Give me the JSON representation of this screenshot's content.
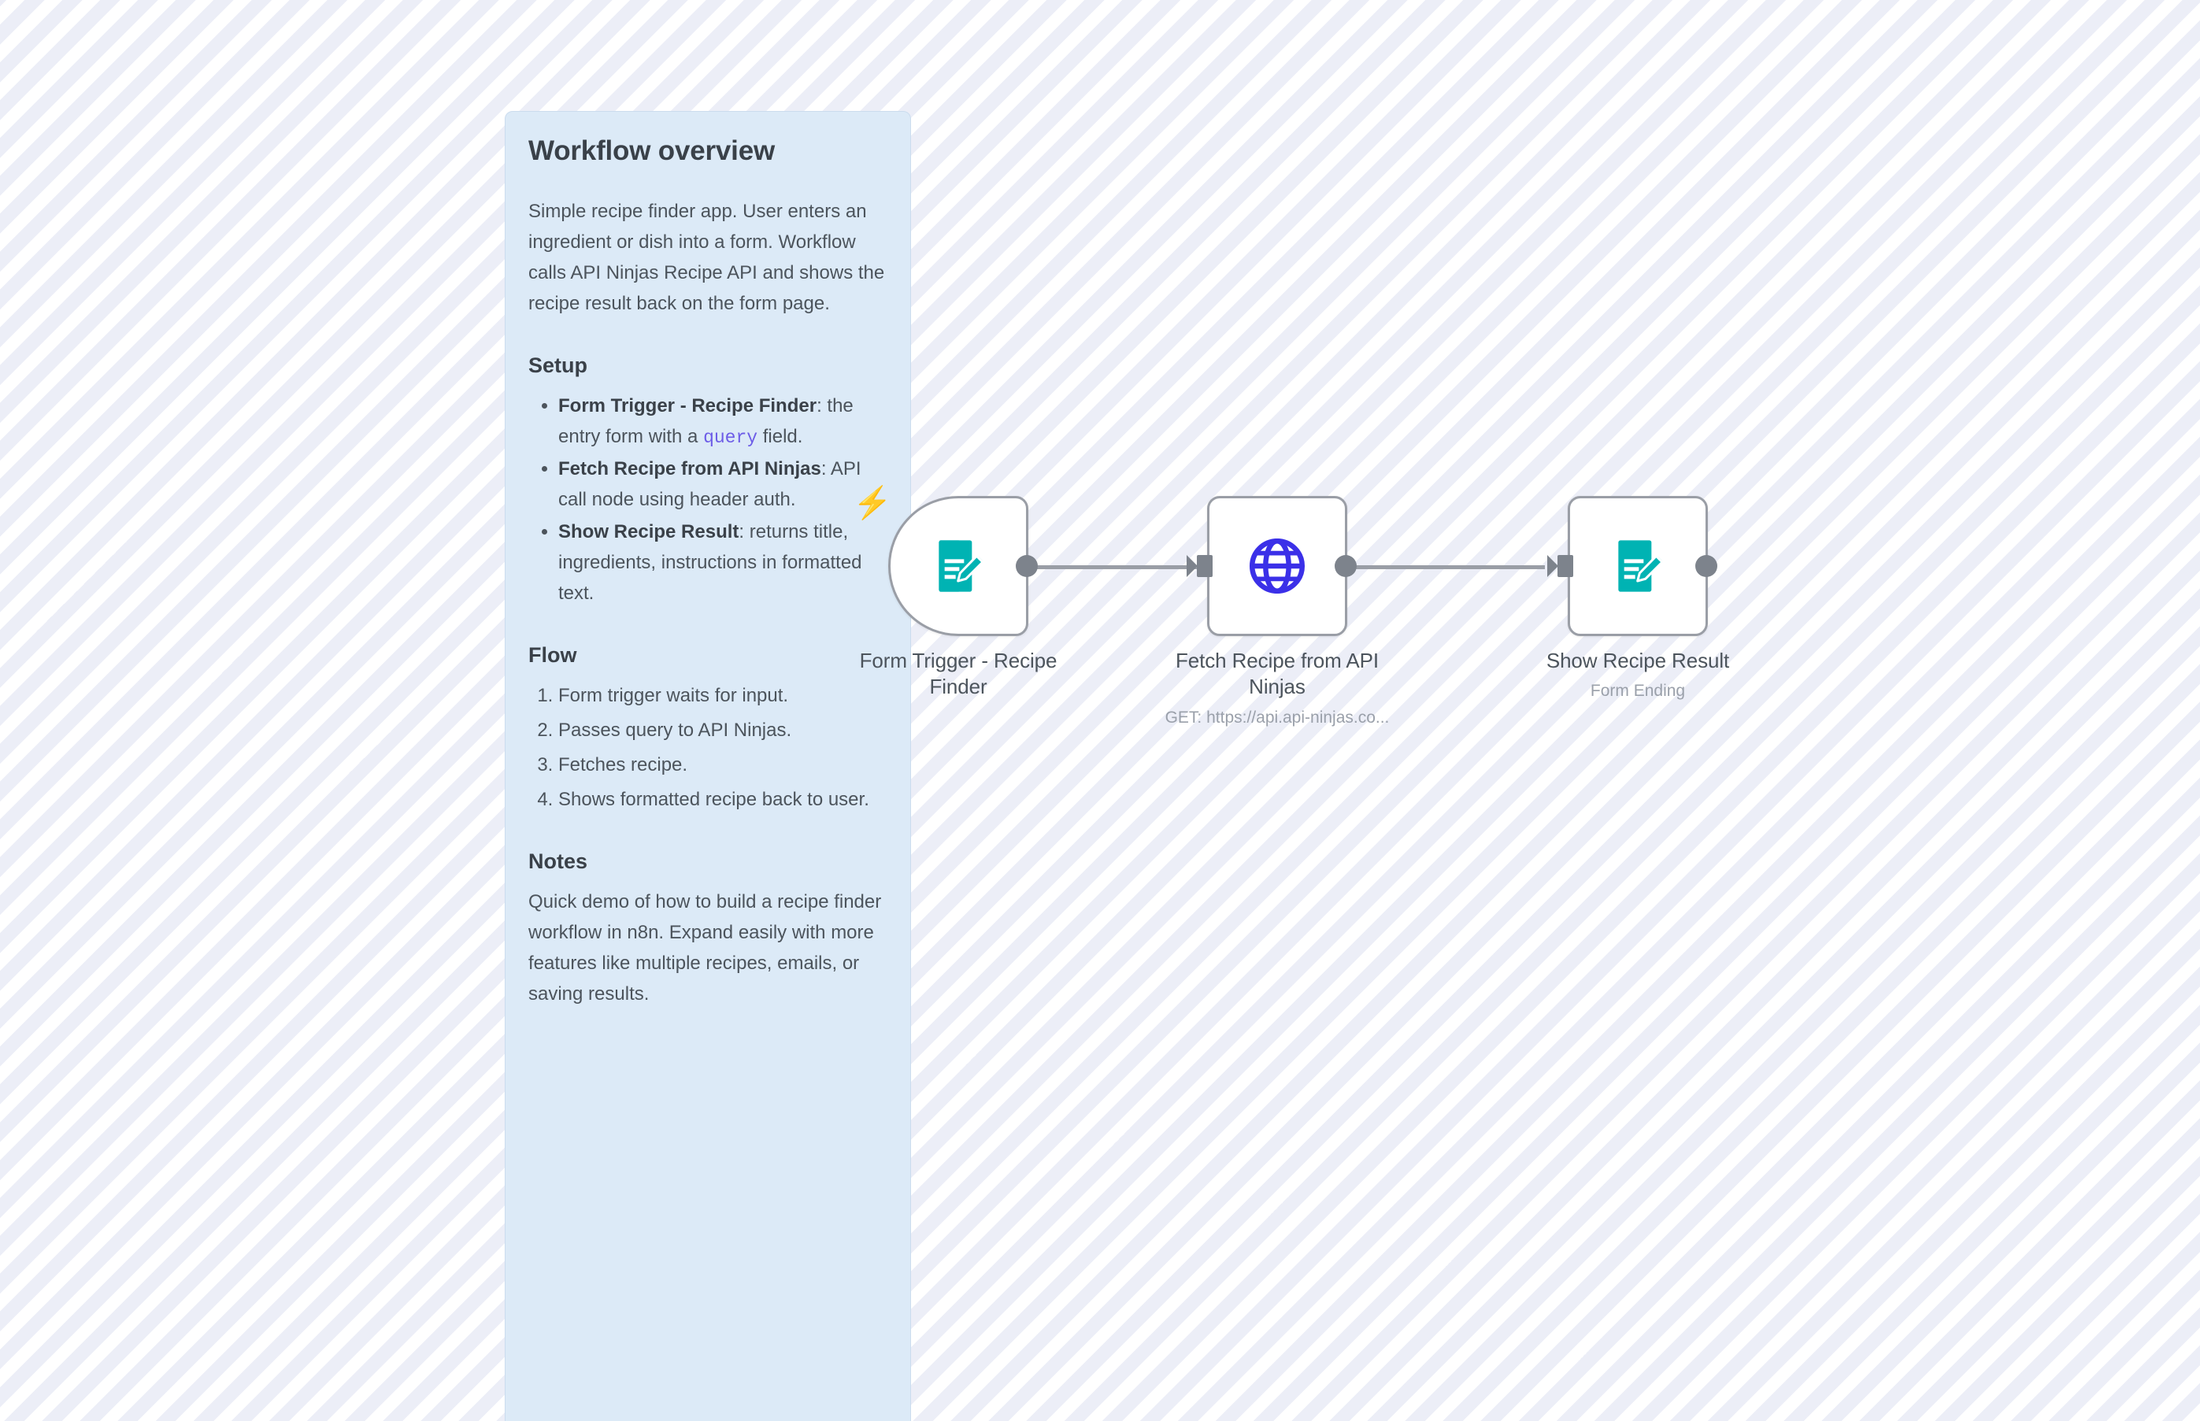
{
  "canvas": {
    "background_color": "#fafaff",
    "stripe_color": "#eceef7"
  },
  "sticky_note": {
    "name": "Workflow overview",
    "background_color": "#dceaf7",
    "title": "Workflow overview",
    "intro": "Simple recipe finder app. User enters an ingredient or dish into a form. Workflow calls API Ninjas Recipe API and shows the recipe result back on the form page.",
    "setup_heading": "Setup",
    "setup_items": [
      {
        "bold": "Form Trigger - Recipe Finder",
        "rest_before_code": ": the entry form with a ",
        "code": "query",
        "rest_after_code": " field."
      },
      {
        "bold": "Fetch Recipe from API Ninjas",
        "rest_before_code": ": API call node using header auth.",
        "code": "",
        "rest_after_code": ""
      },
      {
        "bold": "Show Recipe Result",
        "rest_before_code": ": returns title, ingredients, instructions in formatted text.",
        "code": "",
        "rest_after_code": ""
      }
    ],
    "flow_heading": "Flow",
    "flow_items": [
      "Form trigger waits for input.",
      "Passes query to API Ninjas.",
      "Fetches recipe.",
      "Shows formatted recipe back to user."
    ],
    "notes_heading": "Notes",
    "notes_text": "Quick demo of how to build a recipe finder workflow in n8n. Expand easily with more features like multiple recipes, emails, or saving results."
  },
  "nodes": [
    {
      "id": "form-trigger-recipe-finder",
      "label": "Form Trigger - Recipe Finder",
      "sublabel": "",
      "icon": "form-document-pencil-icon",
      "icon_color": "#00b3b3",
      "shape": "trigger",
      "has_trigger_bolt": true,
      "bolt_color": "#ff6d5a",
      "has_input": false,
      "has_output": true
    },
    {
      "id": "fetch-recipe-from-api-ninjas",
      "label": "Fetch Recipe from API Ninjas",
      "sublabel": "GET: https://api.api-ninjas.co...",
      "icon": "globe-icon",
      "icon_color": "#3b30e8",
      "shape": "rect",
      "has_trigger_bolt": false,
      "bolt_color": "",
      "has_input": true,
      "has_output": true
    },
    {
      "id": "show-recipe-result",
      "label": "Show Recipe Result",
      "sublabel": "Form Ending",
      "icon": "form-document-pencil-icon",
      "icon_color": "#00b3b3",
      "shape": "rect",
      "has_trigger_bolt": false,
      "bolt_color": "",
      "has_input": true,
      "has_output": true
    }
  ],
  "connections": [
    {
      "from": "form-trigger-recipe-finder",
      "to": "fetch-recipe-from-api-ninjas"
    },
    {
      "from": "fetch-recipe-from-api-ninjas",
      "to": "show-recipe-result"
    }
  ]
}
